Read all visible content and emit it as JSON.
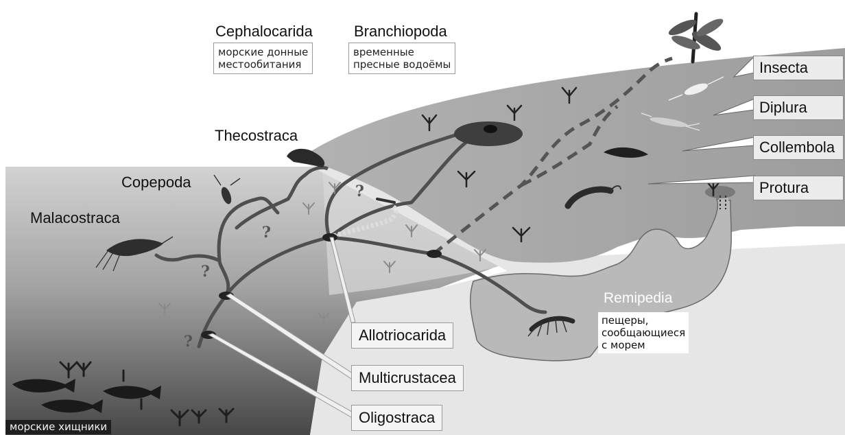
{
  "labels": {
    "cephalocarida": "Cephalocarida",
    "branchiopoda": "Branchiopoda",
    "thecostraca": "Thecostraca",
    "copepoda": "Copepoda",
    "malacostraca": "Malacostraca",
    "remipedia": "Remipedia"
  },
  "notes": {
    "cephalocarida": "морские донные\nместообитания",
    "branchiopoda": "временные\nпресные водоёмы",
    "remipedia": "пещеры,\nсообщающиеся\nс морем",
    "marine_predators": "морские хищники"
  },
  "clades": {
    "allotriocarida": "Allotriocarida",
    "multicrustacea": "Multicrustacea",
    "oligostraca": "Oligostraca"
  },
  "hexapoda": [
    "Insecta",
    "Diplura",
    "Collembola",
    "Protura"
  ],
  "question_mark": "?",
  "colors": {
    "deep_sea": "#4a4a4a",
    "shallow_sea": "#c9c9c9",
    "land": "#a6a6a6",
    "cave": "#b4b4b4",
    "branch": "#4f4f4f"
  },
  "icons": [
    "dragonfly-icon",
    "silverfish-icon",
    "dipluran-icon",
    "collembolan-icon",
    "proturan-icon",
    "shrimp-icon",
    "copepod-icon",
    "barnacle-icon",
    "branchiopod-icon",
    "remipede-icon",
    "fish-icon",
    "plant-icon",
    "seaweed-icon"
  ]
}
